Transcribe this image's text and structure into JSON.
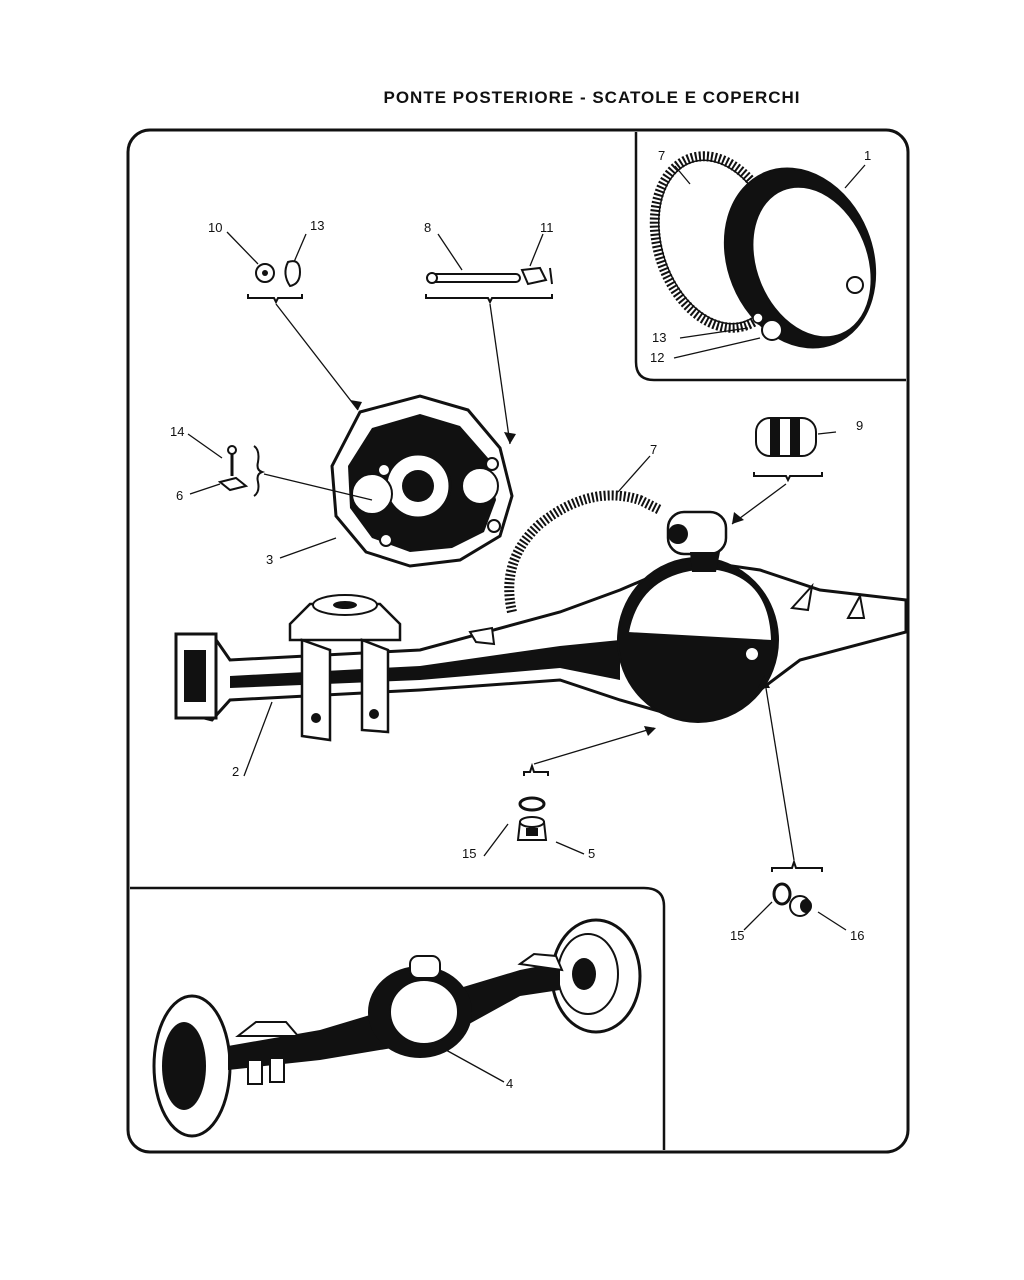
{
  "title": "PONTE POSTERIORE - SCATOLE E COPERCHI",
  "callouts": {
    "c1": "1",
    "c2": "2",
    "c3": "3",
    "c4": "4",
    "c5": "5",
    "c6": "6",
    "c7a": "7",
    "c7b": "7",
    "c8": "8",
    "c9": "9",
    "c10": "10",
    "c11": "11",
    "c12": "12",
    "c13a": "13",
    "c13b": "13",
    "c14": "14",
    "c15a": "15",
    "c15b": "15",
    "c16": "16"
  }
}
